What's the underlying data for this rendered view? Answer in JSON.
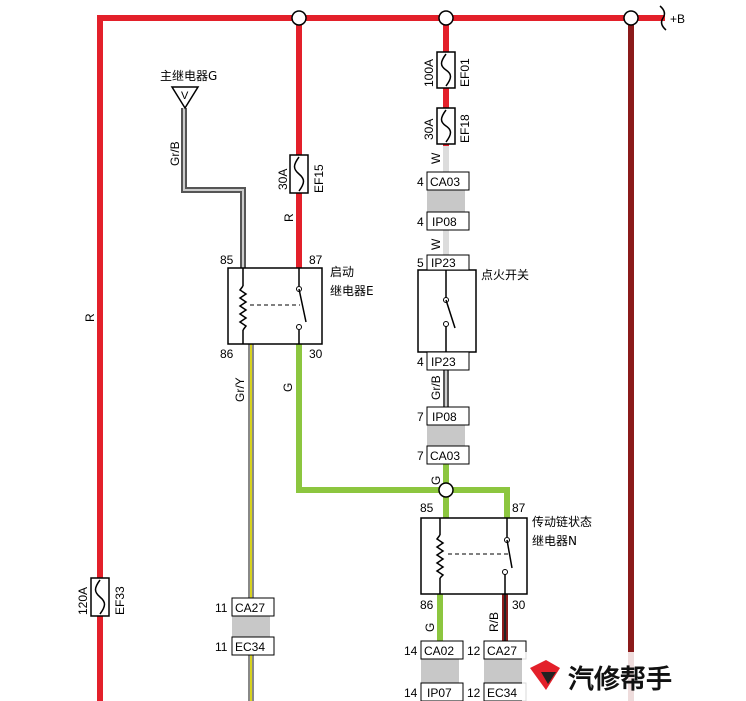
{
  "supply": {
    "label": "+B"
  },
  "fuses": {
    "ef33": {
      "rating": "120A",
      "name": "EF33"
    },
    "ef15": {
      "rating": "30A",
      "name": "EF15"
    },
    "ef01": {
      "rating": "100A",
      "name": "EF01"
    },
    "ef18": {
      "rating": "30A",
      "name": "EF18"
    }
  },
  "relays": {
    "main": {
      "name": "主继电器G"
    },
    "start": {
      "name_line1": "启动",
      "name_line2": "继电器E",
      "pin85": "85",
      "pin86": "86",
      "pin87": "87",
      "pin30": "30"
    },
    "trans": {
      "name_line1": "传动链状态",
      "name_line2": "继电器N",
      "pin85": "85",
      "pin86": "86",
      "pin87": "87",
      "pin30": "30"
    }
  },
  "ignition": {
    "name": "点火开关",
    "top_pin": "5",
    "top_conn": "IP23",
    "bottom_pin": "4",
    "bottom_conn": "IP23"
  },
  "wire_colors": {
    "r_left": "R",
    "r_ef15": "R",
    "grb_main": "Gr/B",
    "w_upper": "W",
    "w_lower": "W",
    "grb_ign": "Gr/B",
    "gry": "Gr/Y",
    "g_start": "G",
    "g_junction": "G",
    "g_ca02": "G",
    "rb": "R/B"
  },
  "connectors": {
    "ca03_top": {
      "pin": "4",
      "name": "CA03"
    },
    "ip08_top": {
      "pin": "4",
      "name": "IP08"
    },
    "ip08_low": {
      "pin": "7",
      "name": "IP08"
    },
    "ca03_low": {
      "pin": "7",
      "name": "CA03"
    },
    "ca27_left": {
      "pin": "11",
      "name": "CA27"
    },
    "ec34_left": {
      "pin": "11",
      "name": "EC34"
    },
    "ca02": {
      "pin": "14",
      "name": "CA02"
    },
    "ip07": {
      "pin": "14",
      "name": "IP07"
    },
    "ca27_right": {
      "pin": "12",
      "name": "CA27"
    },
    "ec34_right": {
      "pin": "12",
      "name": "EC34"
    }
  },
  "main_relay_symbol": "V",
  "watermark": {
    "text": "汽修帮手"
  },
  "colors": {
    "red": "#e3202a",
    "dark_red": "#8b1a1a",
    "green": "#8cc63f",
    "gray": "#808080",
    "white_wire": "#dcdcdc",
    "connector_gray": "#c8c8c8"
  }
}
